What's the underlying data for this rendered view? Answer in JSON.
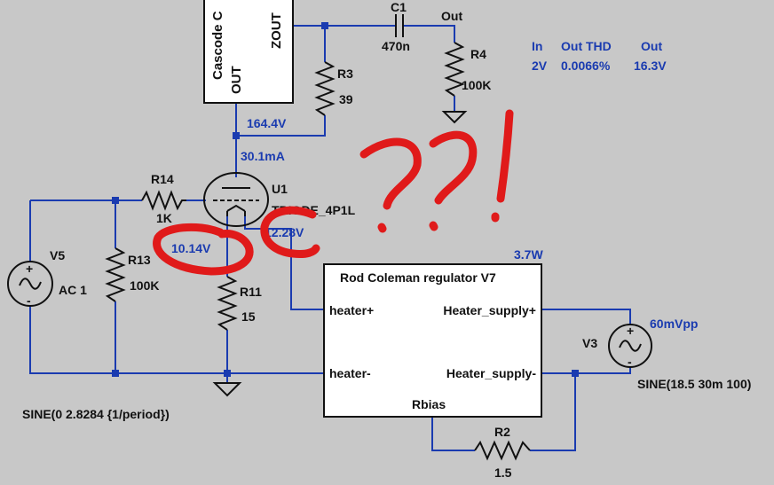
{
  "cascode_block": {
    "title": "Cascode C",
    "out_pin": "OUT",
    "zout_pin": "ZOUT"
  },
  "c1": {
    "name": "C1",
    "value": "470n"
  },
  "out_label": "Out",
  "r4": {
    "name": "R4",
    "value": "100K"
  },
  "r3": {
    "name": "R3",
    "value": "39"
  },
  "node_voltage_plate": "164.4V",
  "plate_current": "30.1mA",
  "r14": {
    "name": "R14",
    "value": "1K"
  },
  "u1": {
    "name": "U1",
    "model": "TRIODE_4P1L"
  },
  "cathode_voltage": "10.14V",
  "heater_voltage": "12.28V",
  "v5": {
    "name": "V5",
    "value": "AC 1",
    "spec": "SINE(0 2.8284 {1/period})"
  },
  "r13": {
    "name": "R13",
    "value": "100K"
  },
  "r11": {
    "name": "R11",
    "value": "15"
  },
  "regulator": {
    "title": "Rod Coleman regulator V7",
    "power": "3.7W",
    "pin_heater_plus": "heater+",
    "pin_heater_minus": "heater-",
    "pin_supply_plus": "Heater_supply+",
    "pin_supply_minus": "Heater_supply-",
    "pin_rbias": "Rbias"
  },
  "v3": {
    "name": "V3",
    "ripple": "60mVpp",
    "spec": "SINE(18.5 30m 100)"
  },
  "r2": {
    "name": "R2",
    "value": "1.5"
  },
  "results": {
    "headers": [
      "In",
      "Out THD",
      "Out"
    ],
    "values": [
      "2V",
      "0.0066%",
      "16.3V"
    ]
  },
  "colors": {
    "background": "#c8c8c8",
    "wire": "#1a3bb0",
    "annotation": "#e01a1a",
    "text": "#111111"
  }
}
